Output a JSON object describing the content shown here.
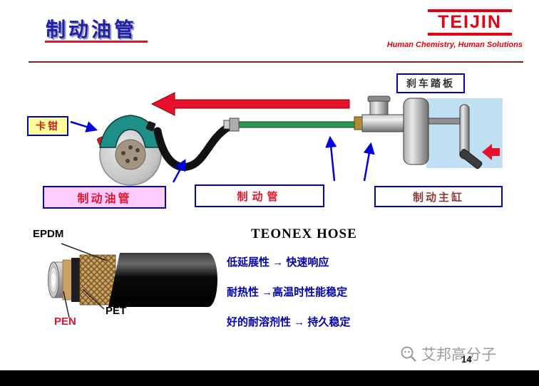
{
  "header": {
    "title": "制动油管",
    "logo_text": "TEIJIN",
    "tagline": "Human Chemistry, Human Solutions"
  },
  "diagram": {
    "labels": {
      "brake_pedal": "刹车踏板",
      "caliper": "卡钳",
      "brake_oil_hose": "制动油管",
      "brake_pipe": "制动管",
      "master_cylinder": "制动主缸"
    }
  },
  "hose": {
    "title": "TEONEX HOSE",
    "layer_epdm": "EPDM",
    "layer_pet": "PET",
    "layer_pen": "PEN",
    "features": [
      "低延展性 → 快速响应",
      "耐热性 →高温时性能稳定",
      "好的耐溶剂性 → 持久稳定"
    ]
  },
  "footer": {
    "watermark": "艾邦高分子",
    "page_number": "14"
  },
  "colors": {
    "title_blue": "#2020A8",
    "accent_red": "#E8112D",
    "logo_red": "#E60012",
    "label_border_blue": "#0000CC",
    "feature_text_blue": "#0000B0",
    "pink_fill": "#FFCCFF",
    "yellow_fill": "#FFFF99",
    "tube_green": "#2E9658",
    "caliper_teal": "#1D8F86",
    "pedal_area_blue": "#BFE0F2"
  }
}
